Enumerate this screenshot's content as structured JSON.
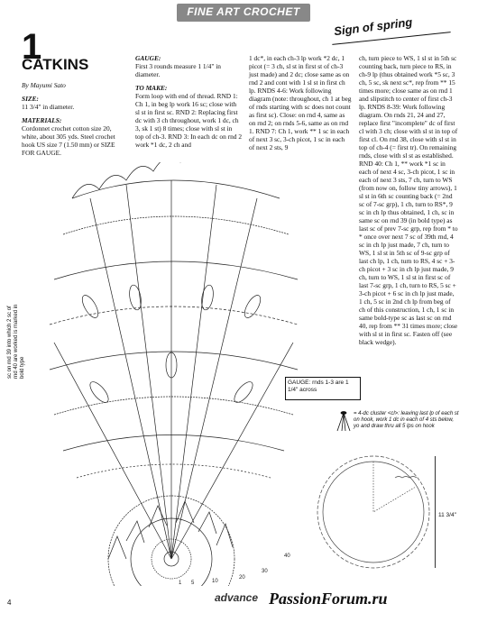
{
  "header": {
    "banner": "FINE ART CROCHET",
    "subtitle": "Sign of spring",
    "number": "1"
  },
  "pattern": {
    "title": "CATKINS",
    "author": "By Mayumi Sato",
    "size_head": "SIZE:",
    "size": "11 3/4\" in diameter.",
    "materials_head": "MATERIALS:",
    "materials": "Cordonnet crochet cotton size 20, white, about 305 yds. Steel crochet hook US size 7 (1.50 mm) or SIZE FOR GAUGE.",
    "gauge_head": "GAUGE:",
    "gauge": "First 3 rounds measure 1 1/4\" in diameter.",
    "make_head": "TO MAKE:",
    "make": "Form loop with end of thread. RND 1: Ch 1, in beg lp work 16 sc; close with sl st in first sc. RND 2: Replacing first dc with 3 ch throughout, work 1 dc, ch 3, sk 1 st) 8 times; close with sl st in top of ch-3. RND 3: In each dc on rnd 2 work *1 dc, 2 ch and",
    "col3": "1 dc*, in each ch-3 lp work *2 dc, 1 picot (= 3 ch, sl st in first st of ch-3 just made) and 2 dc; close same as on rnd 2 and cont with 1 sl st in first ch lp. RNDS 4-6: Work following diagram (note: throughout, ch 1 at beg of rnds starting with sc does not count as first sc). Close: on rnd 4, same as on rnd 2; on rnds 5-6, same as on rnd 1. RND 7: Ch 1, work ** 1 sc in each of next 3 sc, 3-ch picot, 1 sc in each of next 2 sts, 9",
    "col4": "ch, turn piece to WS, 1 sl st in 5th sc counting back, turn piece to RS, in ch-9 lp (thus obtained work *5 sc, 3 ch, 5 sc, sk next sc*, rep from ** 15 times more; close same as on rnd 1 and slipstitch to center of first ch-3 lp. RNDS 8-39: Work following diagram. On rnds 21, 24 and 27, replace first \"incomplete\" dc of first cl with 3 ch; close with sl st in top of first cl. On rnd 38, close with sl st in top of ch-4 (= first tr). On remaining rnds, close with sl st as established. RND 40: Ch 1, ** work *1 sc in each of next 4 sc, 3-ch picot, 1 sc in each of next 3 sts, 7 ch, turn to WS (from now on, follow tiny arrows), 1 sl st in 6th sc counting back (= 2nd sc of 7-sc grp), 1 ch, turn to RS*, 9 sc in ch lp thus obtained, 1 ch, sc in same sc on rnd 39 (in bold type) as last sc of prev 7-sc grp, rep from * to * once over next 7 sc of 39th rnd, 4 sc in ch lp just made, 7 ch, turn to WS, 1 sl st in 5th sc of 9-sc grp of last ch lp, 1 ch, turn to RS, 4 sc + 3-ch picot + 3 sc in ch lp just made, 9 ch, turn to WS, 1 sl st in first sc of last 7-sc grp, 1 ch, turn to RS, 5 sc + 3-ch picot + 6 sc in ch lp just made, 1 ch, 5 sc in 2nd ch lp from beg of ch of this construction, 1 ch, 1 sc in same bold-type sc as last sc on rnd 40, rep from ** 31 times more; close with sl st in first sc. Fasten off (see black wedge)."
  },
  "diagram": {
    "side_note": "sc on rnd 39 into which 2 sc of rnd 40 are worked is marked in bold type",
    "gauge_box": "GAUGE: rnds 1-3 are 1 1/4\" across",
    "legend": "= 4-dc cluster <cl>: leaving last lp of each st on hook, work 1 dc in each of 4 sts below, yo and draw thru all 5 lps on hook",
    "dimension": "11 3/4\"",
    "round_labels": [
      "40",
      "30",
      "20",
      "10",
      "5",
      "1"
    ]
  },
  "footer": {
    "page": "4",
    "logo": "advance",
    "watermark": "PassionForum.ru"
  }
}
